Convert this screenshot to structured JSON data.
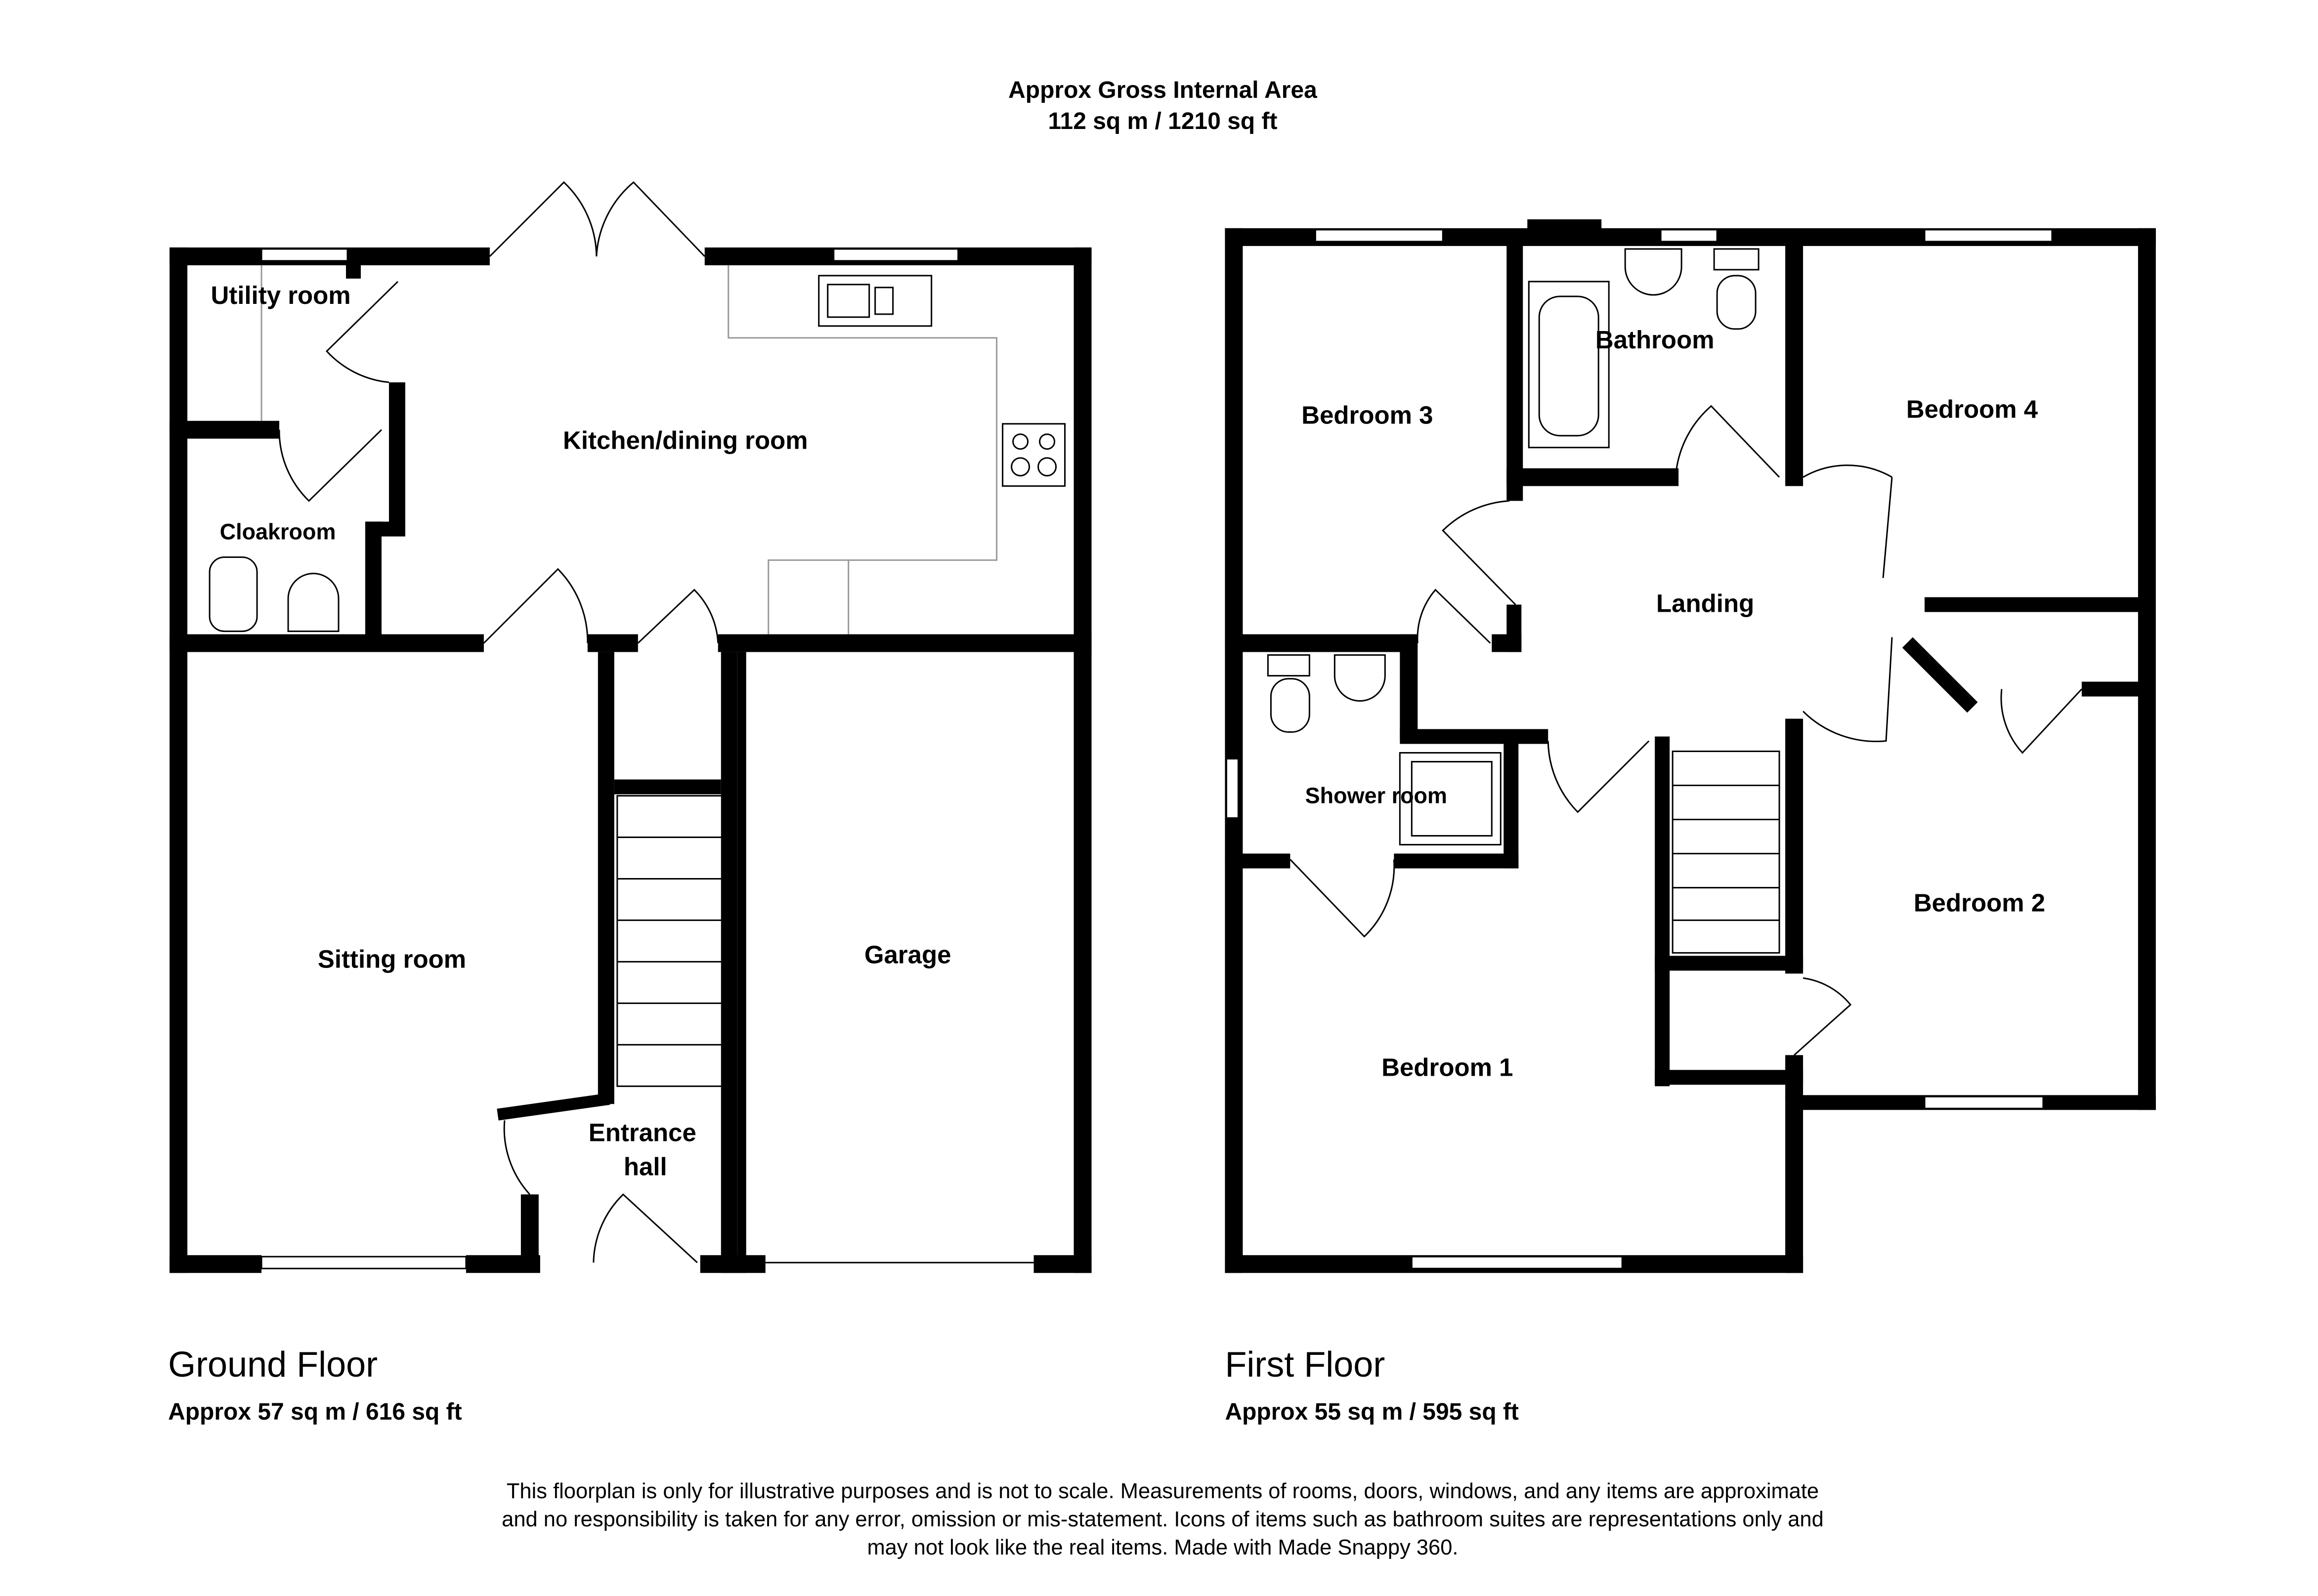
{
  "header": {
    "line1": "Approx Gross Internal Area",
    "line2": "112 sq m / 1210 sq ft"
  },
  "ground_floor": {
    "title": "Ground Floor",
    "area": "Approx 57 sq m / 616 sq ft",
    "rooms": {
      "utility": "Utility room",
      "kitchen": "Kitchen/dining room",
      "cloakroom": "Cloakroom",
      "sitting": "Sitting room",
      "garage": "Garage",
      "entrance1": "Entrance",
      "entrance2": "hall"
    }
  },
  "first_floor": {
    "title": "First Floor",
    "area": "Approx 55 sq m / 595 sq ft",
    "rooms": {
      "bedroom3": "Bedroom 3",
      "bathroom": "Bathroom",
      "bedroom4": "Bedroom 4",
      "landing": "Landing",
      "shower": "Shower room",
      "bedroom2": "Bedroom 2",
      "bedroom1": "Bedroom 1"
    }
  },
  "disclaimer": {
    "line1": "This floorplan is only for illustrative purposes and is not to scale. Measurements of rooms, doors, windows, and any items are approximate",
    "line2": "and no responsibility is taken for any error, omission or mis-statement. Icons of items such as bathroom suites are representations only and",
    "line3": "may not look like the real items. Made with Made Snappy 360."
  }
}
